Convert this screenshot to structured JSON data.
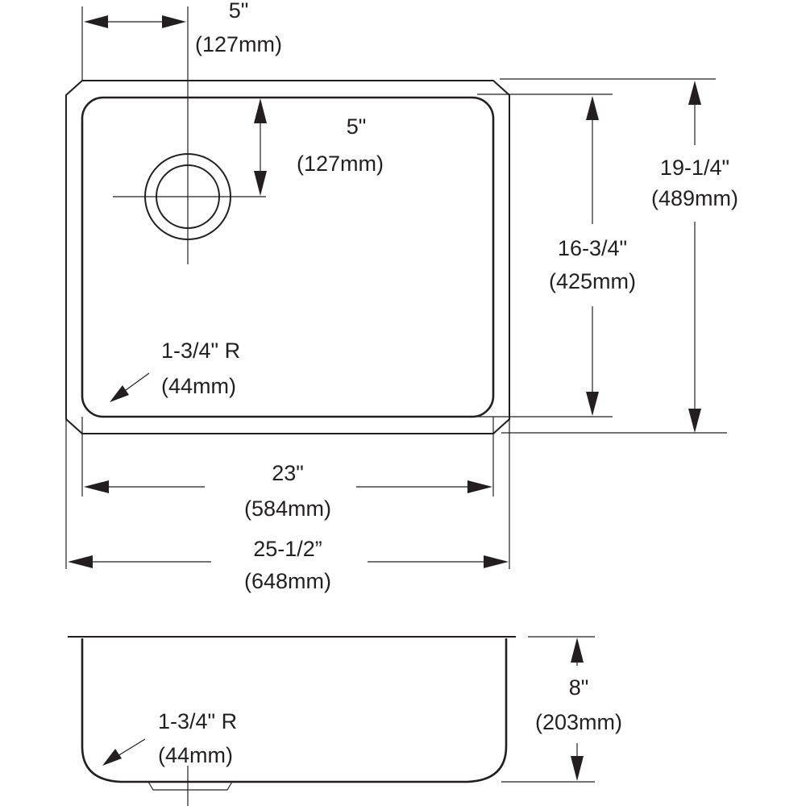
{
  "top_view": {
    "drain_offset_x": {
      "imperial": "5\"",
      "metric": "(127mm)"
    },
    "drain_offset_y": {
      "imperial": "5\"",
      "metric": "(127mm)"
    },
    "overall_depth": {
      "imperial": "19-1/4\"",
      "metric": "(489mm)"
    },
    "bowl_depth": {
      "imperial": "16-3/4\"",
      "metric": "(425mm)"
    },
    "corner_radius": {
      "imperial": "1-3/4\" R",
      "metric": "(44mm)"
    },
    "bowl_width": {
      "imperial": "23\"",
      "metric": "(584mm)"
    },
    "overall_width": {
      "imperial": "25-1/2”",
      "metric": "(648mm)"
    }
  },
  "side_view": {
    "bowl_height": {
      "imperial": "8\"",
      "metric": "(203mm)"
    },
    "corner_radius": {
      "imperial": "1-3/4\" R",
      "metric": "(44mm)"
    }
  },
  "colors": {
    "line": "#231f20",
    "background": "#ffffff"
  }
}
